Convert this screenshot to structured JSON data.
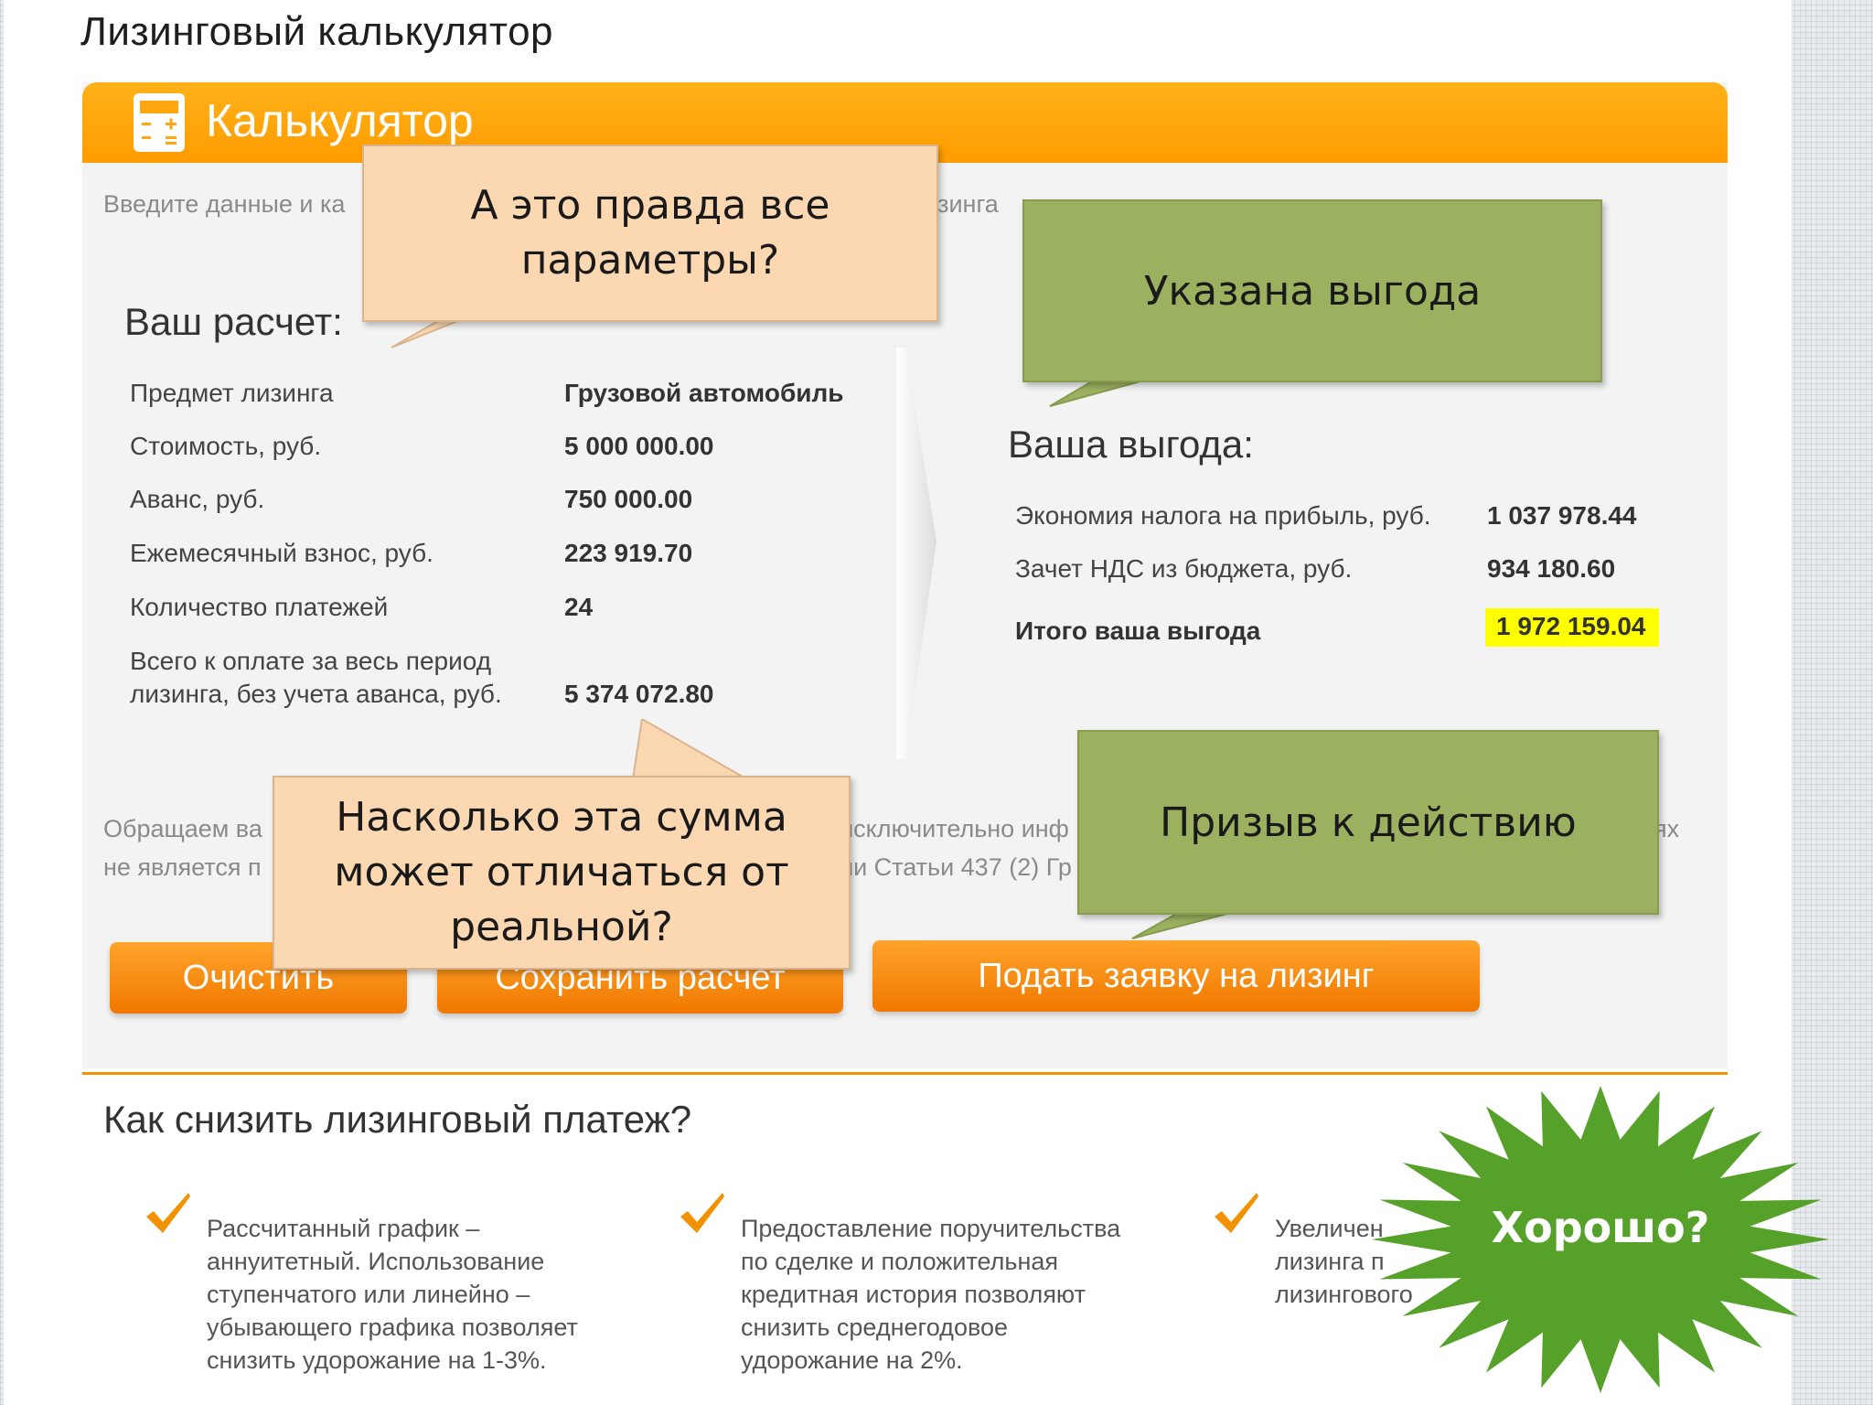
{
  "page": {
    "title": "Лизинговый калькулятор"
  },
  "calculator": {
    "header_title": "Калькулятор",
    "intro_text_left": "Введите данные и ка",
    "intro_text_right": "изинга",
    "your_calc_title": "Ваш расчет:",
    "rows": [
      {
        "label": "Предмет лизинга",
        "value": "Грузовой автомобиль"
      },
      {
        "label": "Стоимость, руб.",
        "value": "5 000 000.00"
      },
      {
        "label": "Аванс, руб.",
        "value": "750 000.00"
      },
      {
        "label": "Ежемесячный взнос, руб.",
        "value": "223 919.70"
      },
      {
        "label": "Количество платежей",
        "value": "24"
      },
      {
        "label_line1": "Всего к оплате за весь период",
        "label_line2": "лизинга, без учета аванса, руб.",
        "value": "5 374 072.80"
      }
    ],
    "benefit_title": "Ваша выгода:",
    "benefits": [
      {
        "label": "Экономия налога на прибыль, руб.",
        "value": "1 037 978.44"
      },
      {
        "label": "Зачет НДС из бюджета, руб.",
        "value": "934 180.60"
      },
      {
        "label": "Итого ваша выгода",
        "value": "1 972 159.04"
      }
    ],
    "notice_line1_left": "Обращаем ва",
    "notice_line1_mid": "исключительно инф",
    "notice_line1_right": "ях",
    "notice_line2_left": "не является п",
    "notice_line2_mid": "ии Статьи 437 (2) Гр"
  },
  "buttons": {
    "clear": "Очистить",
    "save": "Сохранить расчет",
    "apply": "Подать заявку на лизинг"
  },
  "how_to": {
    "title": "Как снизить лизинговый платеж?",
    "tips": [
      {
        "lines": [
          "Рассчитанный график –",
          "аннуитетный. Использование",
          "ступенчатого или линейно –",
          "убывающего графика позволяет",
          "снизить удорожание на 1-3%."
        ]
      },
      {
        "lines": [
          "Предоставление поручительства",
          "по сделке и положительная",
          "кредитная история позволяют",
          "снизить среднегодовое",
          "удорожание на 2%."
        ]
      },
      {
        "lines": [
          "Увеличен",
          "лизинга п",
          "лизингового "
        ]
      }
    ]
  },
  "callouts": {
    "params": {
      "line1": "А это правда все",
      "line2": "параметры?"
    },
    "benefit": "Указана выгода",
    "sum": {
      "line1": "Насколько эта сумма",
      "line2": "может отличаться от",
      "line3": "реальной?"
    },
    "cta": "Призыв к действию",
    "good": "Хорошо?"
  },
  "colors": {
    "accent_orange": "#ff9c00",
    "callout_peach": "#fbd7b2",
    "callout_green": "#9bb160",
    "starburst_green": "#55a12a",
    "highlight_yellow": "#ffff00"
  }
}
